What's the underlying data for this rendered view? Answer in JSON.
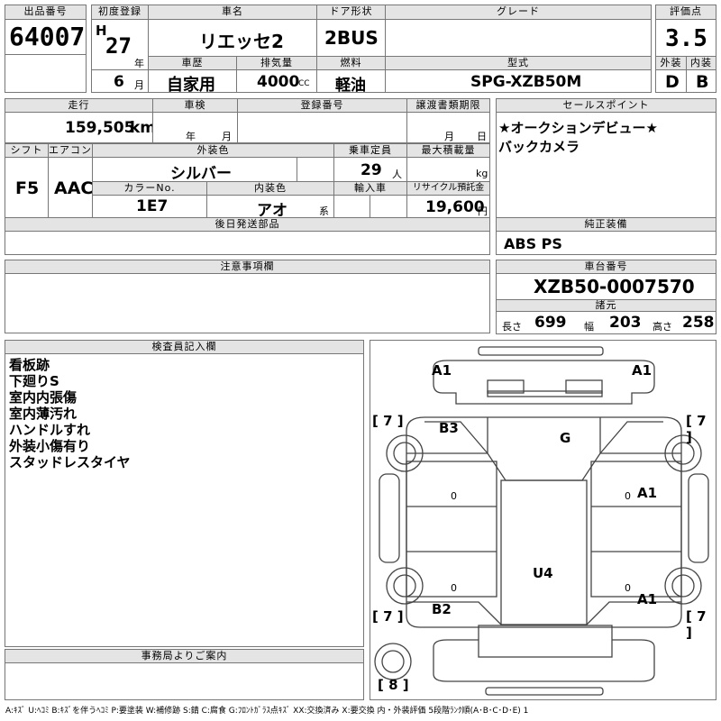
{
  "header": {
    "lot_no_label": "出品番号",
    "lot_no": "64007",
    "first_reg_label": "初度登録",
    "era": "H",
    "year": "27",
    "year_unit": "年",
    "month": "6",
    "month_unit": "月",
    "car_name_label": "車名",
    "car_name": "リエッセ2",
    "door_label": "ドア形状",
    "door": "2BUS",
    "grade_label": "グレード",
    "grade": "",
    "score_label": "評価点",
    "score": "3.5",
    "history_label": "車歴",
    "history": "自家用",
    "displacement_label": "排気量",
    "displacement": "4000",
    "displacement_unit": "CC",
    "fuel_label": "燃料",
    "fuel": "軽油",
    "model_label": "型式",
    "model": "SPG-XZB50M",
    "exterior_label": "外装",
    "exterior": "D",
    "interior_label": "内装",
    "interior": "B"
  },
  "details": {
    "mileage_label": "走行",
    "mileage": "159,505",
    "mileage_unit": "km",
    "inspection_label": "車検",
    "insp_year_unit": "年",
    "insp_month_unit": "月",
    "regno_label": "登録番号",
    "regno": "",
    "transfer_label": "譲渡書類期限",
    "transfer_month_unit": "月",
    "transfer_day_unit": "日",
    "shift_label": "シフト",
    "shift": "F5",
    "ac_label": "エアコン",
    "ac": "AAC",
    "ext_color_label": "外装色",
    "ext_color": "シルバー",
    "capacity_label": "乗車定員",
    "capacity": "29",
    "capacity_unit": "人",
    "max_load_label": "最大積載量",
    "max_load_unit": "kg",
    "color_no_label": "カラーNo.",
    "color_no": "1E7",
    "int_color_label": "内装色",
    "int_color": "アオ",
    "int_color_unit": "系",
    "import_label": "輸入車",
    "recycle_label": "リサイクル預託金",
    "recycle": "19,600",
    "recycle_unit": "円",
    "parts_label": "後日発送部品",
    "parts": ""
  },
  "sales": {
    "label": "セールスポイント",
    "lines": [
      "★オークションデビュー★",
      "バックカメラ"
    ]
  },
  "equipment": {
    "label": "純正装備",
    "value": "ABS PS"
  },
  "notes": {
    "label": "注意事項欄",
    "value": ""
  },
  "chassis": {
    "label": "車台番号",
    "value": "XZB50-0007570",
    "spec_label": "諸元",
    "length_label": "長さ",
    "length": "699",
    "width_label": "幅",
    "width": "203",
    "height_label": "高さ",
    "height": "258"
  },
  "inspector": {
    "label": "検査員記入欄",
    "lines": [
      "看板跡",
      "下廻りS",
      "室内内張傷",
      "室内薄汚れ",
      "ハンドルすれ",
      "外装小傷有り",
      "スタッドレスタイヤ"
    ]
  },
  "diagram": {
    "marks": {
      "front_left": "A1",
      "front_right": "A1",
      "b3": "B3",
      "g": "G",
      "right_a1": "A1",
      "u4": "U4",
      "rear_right_a1": "A1",
      "b2": "B2",
      "zero_left": "0",
      "zero_right": "0",
      "zero_left2": "0",
      "zero_right2": "0"
    },
    "tire_tl": "7",
    "tire_tr": "7",
    "tire_bl": "7",
    "tire_br": "7",
    "spare": "8"
  },
  "office": {
    "label": "事務局よりご案内",
    "value": ""
  },
  "legend": "A:ｷｽﾞ U:ﾍｺﾐ B:ｷｽﾞを伴うﾍｺﾐ P:要塗装 W:補修跡 S:錆 C:腐食 G:ﾌﾛﾝﾄｶﾞﾗｽ点ｷｽﾞ XX:交換済み X:要交換 内・外装評価 5段階ﾗﾝｸ順(A･B･C･D･E) 1"
}
